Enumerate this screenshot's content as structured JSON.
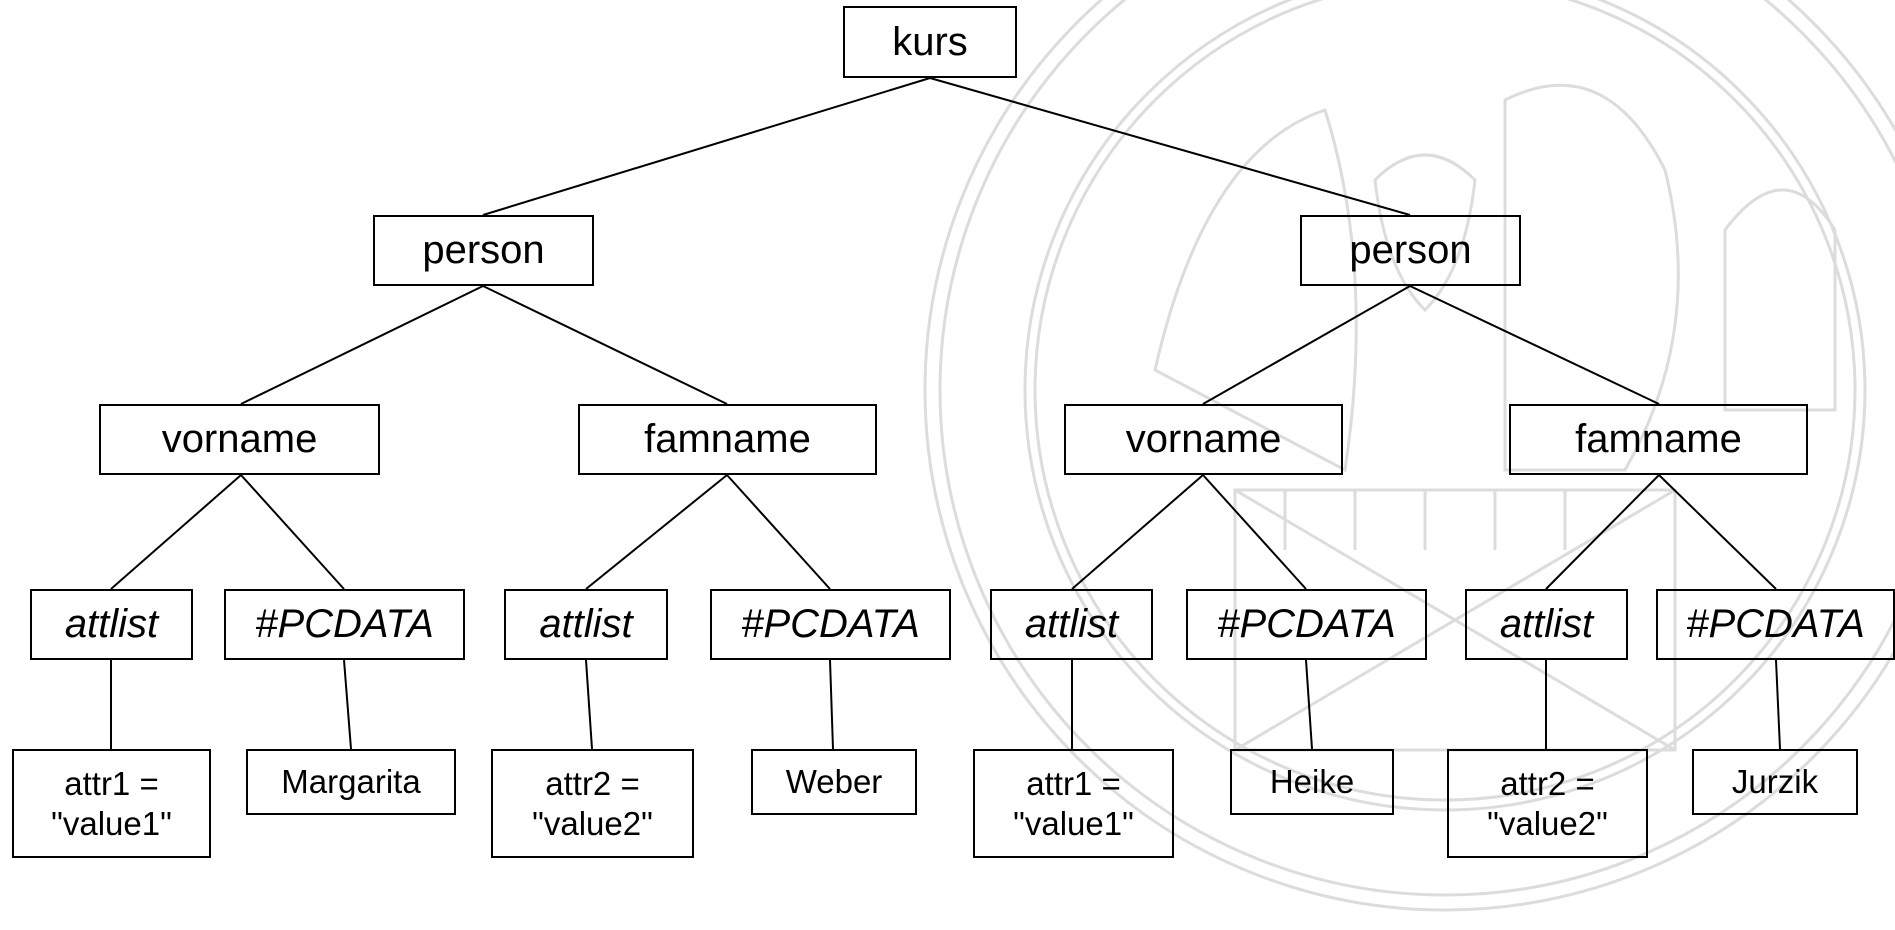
{
  "tree": {
    "root": "kurs",
    "persons": [
      {
        "label": "person",
        "vorname": {
          "label": "vorname",
          "attlist": "attlist",
          "pcdata": "#PCDATA",
          "attr": "attr1 =\n\"value1\"",
          "text": "Margarita"
        },
        "famname": {
          "label": "famname",
          "attlist": "attlist",
          "pcdata": "#PCDATA",
          "attr": "attr2 =\n\"value2\"",
          "text": "Weber"
        }
      },
      {
        "label": "person",
        "vorname": {
          "label": "vorname",
          "attlist": "attlist",
          "pcdata": "#PCDATA",
          "attr": "attr1 =\n\"value1\"",
          "text": "Heike"
        },
        "famname": {
          "label": "famname",
          "attlist": "attlist",
          "pcdata": "#PCDATA",
          "attr": "attr2 =\n\"value2\"",
          "text": "Jurzik"
        }
      }
    ]
  },
  "colors": {
    "line": "#000000",
    "seal": "#d9d9d9"
  }
}
